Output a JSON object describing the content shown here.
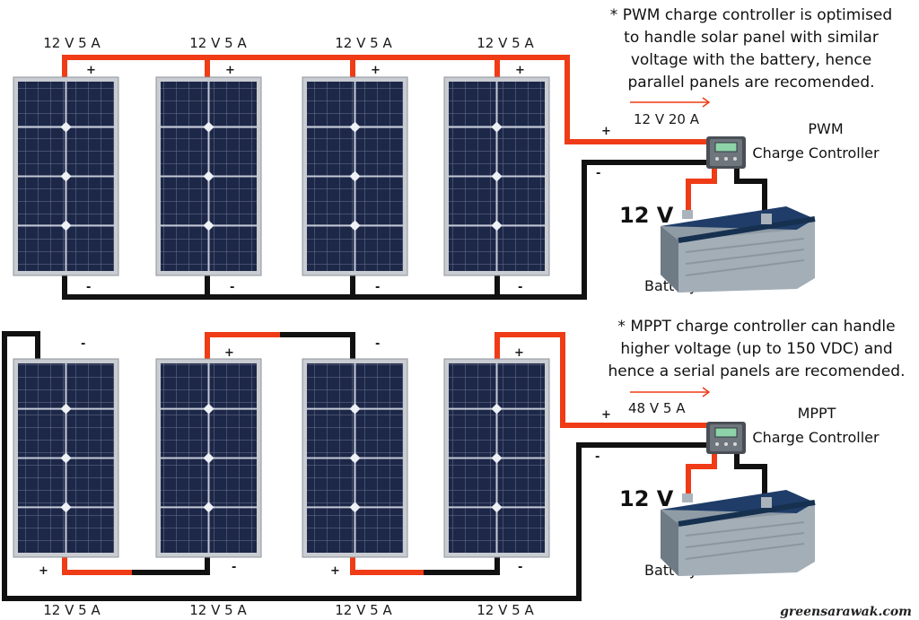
{
  "colors": {
    "positive_wire": "#ef3b16",
    "negative_wire": "#111111",
    "panel_frame": "#c9cdd2",
    "panel_cell": "#1d2748",
    "battery_body": "#8f9ba5",
    "battery_top": "#1f3d68"
  },
  "top": {
    "panel_labels": [
      "12 V 5 A",
      "12 V 5 A",
      "12 V 5 A",
      "12 V 5 A"
    ],
    "plus_sign": "+",
    "minus_sign": "-",
    "note_lines": [
      "* PWM charge controller is optimised",
      "to handle solar panel with similar",
      "voltage with the battery, hence",
      "parallel panels are recomended."
    ],
    "current_label": "12 V 20 A",
    "controller_lines": [
      "PWM",
      "Charge Controller"
    ],
    "battery_voltage": "12 V",
    "battery_label": "Battery"
  },
  "bottom": {
    "panel_labels": [
      "12 V 5 A",
      "12 V 5 A",
      "12 V 5 A",
      "12 V 5 A"
    ],
    "plus_sign": "+",
    "minus_sign": "-",
    "note_lines": [
      "* MPPT charge controller can handle",
      "higher voltage (up to 150 VDC) and",
      "hence a serial panels are recomended."
    ],
    "current_label": "48 V 5 A",
    "controller_lines": [
      "MPPT",
      "Charge Controller"
    ],
    "battery_voltage": "12 V",
    "battery_label": "Battery"
  },
  "watermark": "greensarawak.com"
}
